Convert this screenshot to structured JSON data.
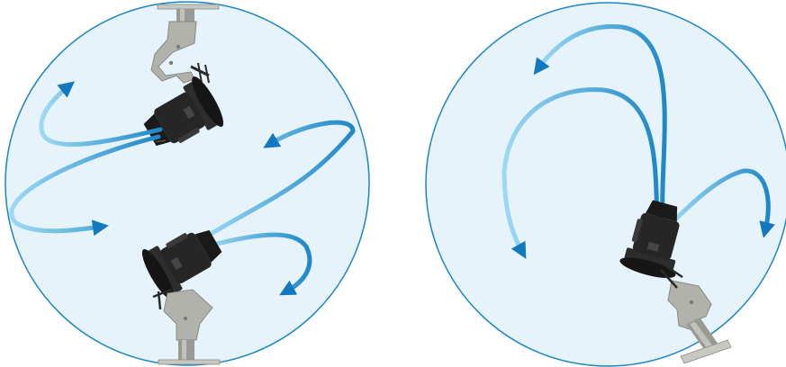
{
  "colors": {
    "background": "#ffffff",
    "circle_fill": "#e6f3fa",
    "circle_stroke": "#1a86c4",
    "beam_light": "#6cc3ee",
    "arrow_dark": "#1478be",
    "spotlight_body": "#1c1c1c",
    "bracket": "#b2b2ac",
    "pipe": "#9a9a94"
  },
  "icons": {
    "spotlight": "spotlight-icon",
    "mount_bracket": "mount-bracket-icon",
    "movement_arrow": "curved-arrow-icon"
  },
  "panels": [
    {
      "name": "twin-spotlight-movement",
      "spotlight_count": 2,
      "arrow_count": 4
    },
    {
      "name": "single-spotlight-movement",
      "spotlight_count": 1,
      "arrow_count": 3
    }
  ]
}
